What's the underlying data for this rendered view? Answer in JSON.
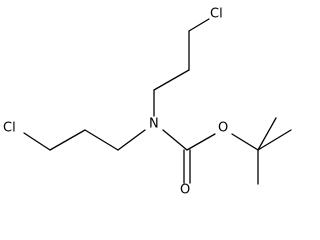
{
  "molecule": {
    "atoms": {
      "cl_top": "Cl",
      "cl_left": "Cl",
      "nitrogen": "N",
      "ester_oxygen": "O",
      "carbonyl_oxygen": "O"
    }
  }
}
